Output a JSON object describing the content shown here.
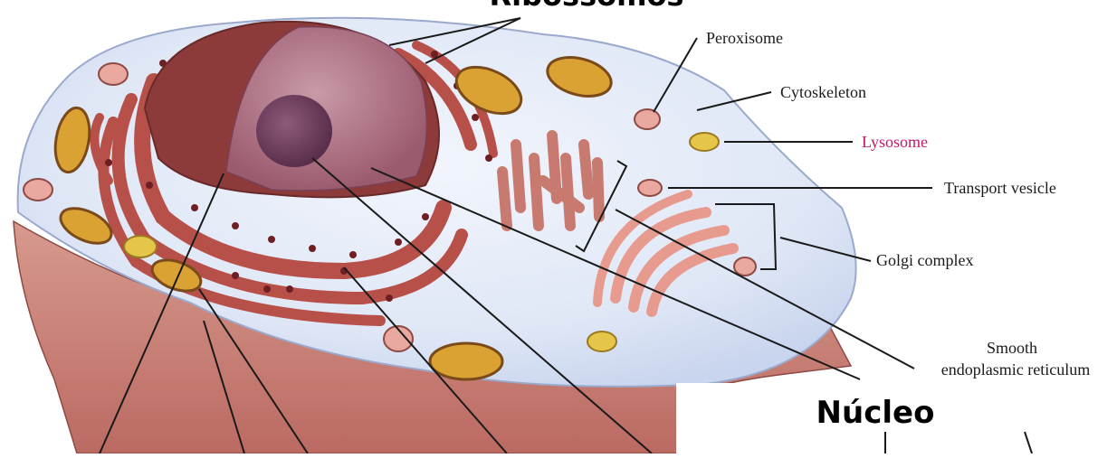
{
  "labels": {
    "ribossomos": "Ribossomos",
    "peroxisome": "Peroxisome",
    "cytoskeleton": "Cytoskeleton",
    "lysosome": "Lysosome",
    "transport_vesicle": "Transport vesicle",
    "golgi_complex": "Golgi complex",
    "smooth_er_line1": "Smooth",
    "smooth_er_line2": "endoplasmic reticulum",
    "nucleo": "Núcleo"
  },
  "colors": {
    "lysosome_label": "#c2186b",
    "cytoplasm": "#dfe7f6",
    "cell_base": "#c77b72",
    "nucleus": "#a86a7e",
    "rough_er": "#b8504a",
    "mitochondria": "#d9a233",
    "golgi": "#e79b8f"
  }
}
